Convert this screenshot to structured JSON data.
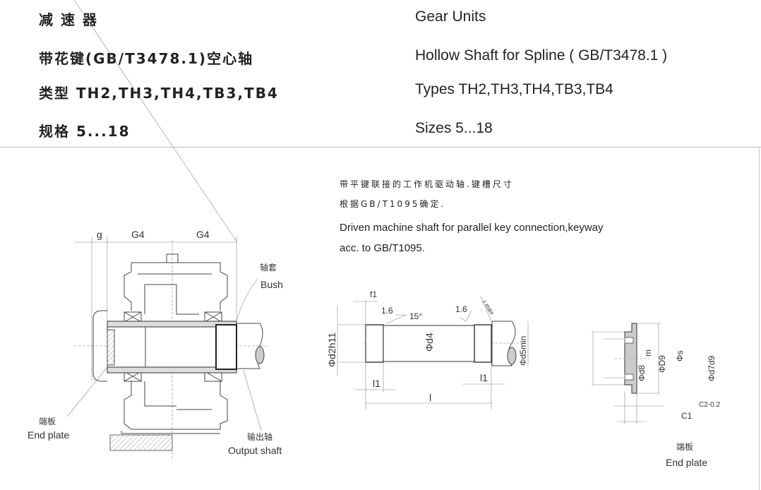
{
  "header": {
    "left": [
      "减 速 器",
      "带花键(GB/T3478.1)空心轴",
      "类型 TH2,TH3,TH4,TB3,TB4",
      "规格 5...18"
    ],
    "right": [
      "Gear Units",
      "Hollow Shaft for Spline ( GB/T3478.1 )",
      "Types TH2,TH3,TH4,TB3,TB4",
      "Sizes 5...18"
    ]
  },
  "note": {
    "zh_line1": "带平键联接的工作机驱动轴.键槽尺寸",
    "zh_line2": "根据GB/T1095确定.",
    "en_line1": "Driven machine shaft for parallel key connection,keyway",
    "en_line2": "acc. to GB/T1095."
  },
  "assembly": {
    "dim_g": "g",
    "dim_g4_left": "G4",
    "dim_g4_right": "G4",
    "bush_zh": "轴套",
    "bush_en": "Bush",
    "end_plate_zh": "端板",
    "end_plate_en": "End plate",
    "output_zh": "输出轴",
    "output_en": "Output shaft"
  },
  "shaft": {
    "f1": "f1",
    "rough1": "1.6",
    "angle": "15°",
    "rough2": "1.6",
    "rmax": "r max",
    "d2": "Φd2h11",
    "d4": "Φd4",
    "d5": "Φd5min",
    "l1_left": "l1",
    "l1_right": "l1",
    "l": "l"
  },
  "end_plate": {
    "d8": "Φd8",
    "m": "m",
    "D9": "ΦD9",
    "s": "Φs",
    "d7": "Φd7d9",
    "c2": "C2-0.2",
    "c1": "C1",
    "label_zh": "端板",
    "label_en": "End plate"
  }
}
